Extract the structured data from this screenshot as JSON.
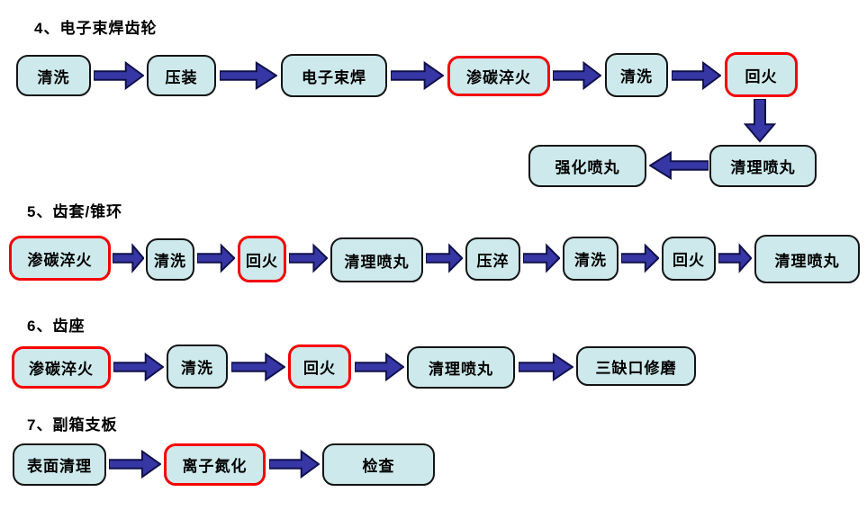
{
  "colors": {
    "background": "#ffffff",
    "box_fill": "#cde9eb",
    "box_border": "#141414",
    "highlight_border": "#f50000",
    "arrow_fill": "#3637a4",
    "arrow_outline": "#10104a",
    "text": "#000000"
  },
  "sections": [
    {
      "title": "4、电子束焊齿轮",
      "boxes": [
        {
          "label": "清洗",
          "highlight": false
        },
        {
          "label": "压装",
          "highlight": false
        },
        {
          "label": "电子束焊",
          "highlight": false
        },
        {
          "label": "渗碳淬火",
          "highlight": true
        },
        {
          "label": "清洗",
          "highlight": false
        },
        {
          "label": "回火",
          "highlight": true
        },
        {
          "label": "清理喷丸",
          "highlight": false
        },
        {
          "label": "强化喷丸",
          "highlight": false
        }
      ]
    },
    {
      "title": "5、齿套/锥环",
      "boxes": [
        {
          "label": "渗碳淬火",
          "highlight": true
        },
        {
          "label": "清洗",
          "highlight": false
        },
        {
          "label": "回火",
          "highlight": true
        },
        {
          "label": "清理喷丸",
          "highlight": false
        },
        {
          "label": "压淬",
          "highlight": false
        },
        {
          "label": "清洗",
          "highlight": false
        },
        {
          "label": "回火",
          "highlight": false
        },
        {
          "label": "清理喷丸",
          "highlight": false
        }
      ]
    },
    {
      "title": "6、齿座",
      "boxes": [
        {
          "label": "渗碳淬火",
          "highlight": true
        },
        {
          "label": "清洗",
          "highlight": false
        },
        {
          "label": "回火",
          "highlight": true
        },
        {
          "label": "清理喷丸",
          "highlight": false
        },
        {
          "label": "三缺口修磨",
          "highlight": false
        }
      ]
    },
    {
      "title": "7、副箱支板",
      "boxes": [
        {
          "label": "表面清理",
          "highlight": false
        },
        {
          "label": "离子氮化",
          "highlight": true
        },
        {
          "label": "检查",
          "highlight": false
        }
      ]
    }
  ]
}
